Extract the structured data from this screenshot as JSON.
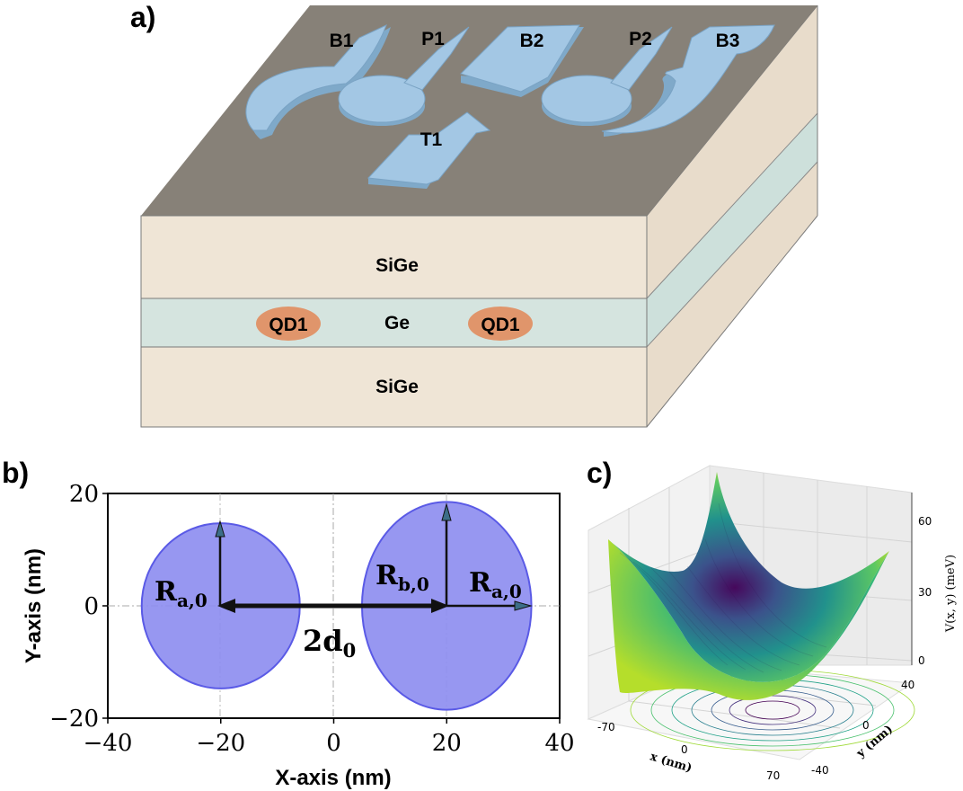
{
  "panel_a": {
    "label": "a)",
    "gates": [
      {
        "id": "B1",
        "label": "B1"
      },
      {
        "id": "P1",
        "label": "P1"
      },
      {
        "id": "B2",
        "label": "B2"
      },
      {
        "id": "P2",
        "label": "P2"
      },
      {
        "id": "B3",
        "label": "B3"
      },
      {
        "id": "T1",
        "label": "T1"
      }
    ],
    "layers": {
      "top": "SiGe",
      "middle": "Ge",
      "bottom": "SiGe"
    },
    "dots": [
      "QD1",
      "QD1"
    ],
    "colors": {
      "top_surface": "#858079",
      "sige": "#f0e6d8",
      "ge": "#d5e4df",
      "gate": "#9fc4e2",
      "dot": "#e0956b"
    }
  },
  "panel_b": {
    "label": "b)",
    "xlabel": "X-axis (nm)",
    "ylabel": "Y-axis (nm)",
    "xticks": [
      "−40",
      "−20",
      "0",
      "20",
      "40"
    ],
    "yticks": [
      "20",
      "0",
      "−20"
    ],
    "annotations": {
      "ra_left": "R",
      "ra_left_sub": "a,0",
      "rb": "R",
      "rb_sub": "b,0",
      "ra_right": "R",
      "ra_right_sub": "a,0",
      "distance": "2d",
      "distance_sub": "0"
    },
    "colors": {
      "dot_fill": "#8c8cf0",
      "dot_edge": "#5a5ae6"
    }
  },
  "panel_c": {
    "label": "c)",
    "zlabel": "V(x, y)  (meV)",
    "xlabel": "x (nm)",
    "ylabel": "y (nm)",
    "zticks": [
      "60",
      "30",
      "0"
    ],
    "xticks": [
      "-70",
      "0",
      "70"
    ],
    "yticks": [
      "40",
      "0",
      "-40"
    ]
  },
  "chart_data": {
    "type": "scatter",
    "xlim": [
      -40,
      40
    ],
    "ylim": [
      -20,
      20
    ],
    "grid": false,
    "ellipses": [
      {
        "center": [
          -20,
          0
        ],
        "rx": 14,
        "ry": 14.7
      },
      {
        "center": [
          20,
          0
        ],
        "rx": 15,
        "ry": 18.5
      }
    ]
  }
}
